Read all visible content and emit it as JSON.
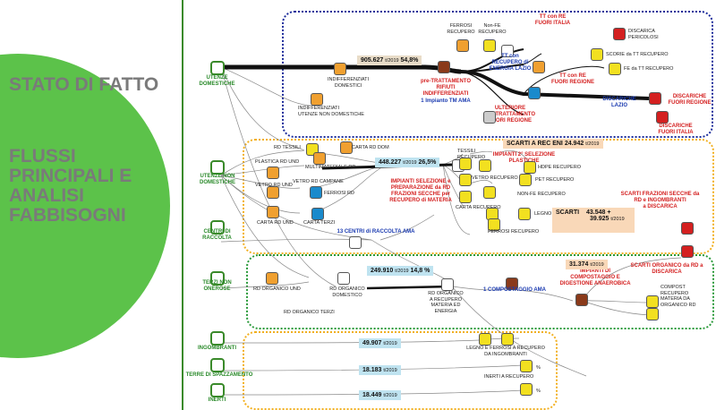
{
  "left": {
    "title1": "STATO DI FATTO",
    "title2": "FLUSSI PRINCIPALI E ANALISI FABBISOGNI"
  },
  "sources": [
    {
      "label": "UTENZE\nDOMESTICHE"
    },
    {
      "label": "UTENZE NON\nDOMESTICHE"
    },
    {
      "label": "CENTRI DI\nRACCOLTA"
    },
    {
      "label": "TERZI NON\nONEROSE"
    },
    {
      "label": "INGOMBRANTI"
    },
    {
      "label": "TERRE DI SPAZZAMENTO"
    },
    {
      "label": "INERTI"
    }
  ],
  "blue": {
    "indiff_dom": "INDIFFERENZIATI\nDOMESTICI",
    "indiff_nondom": "INDIFFERENZIATI\nUTENZE NON DOMESTICHE",
    "flow_value": "905.627",
    "flow_unit": "t/2019",
    "flow_pct": "54,8%",
    "pretrattamento": "pre-TRATTAMENTO\nRIFIUTI INDIFFERENZIATI",
    "impianto": "1 Impianto TM AMA",
    "ferrosi": "FERROSI\nRECUPERO",
    "nonfe": "Non-FE\nRECUPERO",
    "tt_italia": "TT con RE\nFUORI ITALIA",
    "tt_lazio": "TT con\nRECUPERO di\nENERGIA LAZIO",
    "tt_regione": "TT con RE\nFUORI REGIONE",
    "discarica_pericolosi": "DISCARICA\nPERICOLOSI",
    "scorie": "SCORIE da TT RECUPERO",
    "fe_tt": "FE da TT RECUPERO",
    "ulteriore": "ULTERIORE\npre-TRATTAMENTO\nFUORI REGIONE",
    "discariche_lazio": "DISCARICHE\nLAZIO",
    "discariche_fuori_regione": "DISCARICHE\nFUORI REGIONE",
    "discariche_fuori_italia": "DISCARICHE\nFUORI ITALIA"
  },
  "orange": {
    "rd_tessili": "RD TESSILI",
    "carta_rd_dom": "CARTA RD DOM",
    "plastica_rd_und": "PLASTICA RD UND",
    "multimateriale": "MULTIMATERIALE RD",
    "vetro_rd_und": "VETRO RD UND",
    "vetro_rd_campane": "VETRO RD CAMPANE",
    "ferrosi_rd": "FERROSI RD",
    "carta_rd_und": "CARTA RD UND",
    "carta_terzi": "CARTA TERZI",
    "centri": "13 CENTRI di RACCOLTA AMA",
    "flow_value": "448.227",
    "flow_unit": "t/2019",
    "flow_pct": "26,5%",
    "impianti_selezione": "IMPIANTI SELEZIONE e\nPREPARAZIONE da RD\nFRAZIONI SECCHE per\nRECUPERO di MATERIA",
    "tessili_recupero": "TESSILI\nRECUPERO",
    "impianti_2": "IMPIANTI 2° SELEZIONE\nPLASTICHE",
    "hdpe": "HDPE RECUPERO",
    "vetro_recupero": "VETRO RECUPERO",
    "pet": "PET RECUPERO",
    "nonfe_recupero": "NON-FE RECUPERO",
    "carta_recupero": "CARTA RECUPERO",
    "legno": "LEGNO RECUPERO",
    "ferrosi_recupero": "FERROSI RECUPERO",
    "scarti_rec_eni_label": "SCARTI A REC ENI",
    "scarti_rec_eni_value": "24.942",
    "scarti_rec_eni_unit": "t/2019",
    "scarti_frazioni": "SCARTI FRAZIONI SECCHE da\nRD e INGOMBRANTI\na DISCARICA",
    "scarti_label": "SCARTI",
    "scarti_value1": "43.548 +",
    "scarti_value2": "39.925",
    "scarti_unit": "t/2019"
  },
  "green": {
    "rd_organico_und": "RD ORGANICO UND",
    "rd_organico_dom": "RD ORGANICO\nDOMESTICO",
    "rd_organico_terzi": "RD ORGANICO TERZI",
    "flow_value": "249.910",
    "flow_unit": "t/2019",
    "flow_pct": "14,8 %",
    "rd_organico_recupero": "RD ORGANICO\nA RECUPERO\nMATERIA ED\nENERGIA",
    "compostaggio": "1 COMPOSTAGGIO AMA",
    "impianti_compostaggio": "IMPIANTI DI\nCOMPOSTAGGIO E\nDIGESTIONE ANAEROBICA",
    "scarti_org_value": "31.374",
    "scarti_org_unit": "t/2019",
    "scarti_organico": "SCARTI ORGANICO da RD a\nDISCARICA",
    "compost": "COMPOST\nRECUPERO\nMATERIA DA\nORGANICO RD"
  },
  "bottom": {
    "ingombranti_value": "49.907",
    "ingombranti_unit": "t/2019",
    "legno_ferrosi": "LEGNO E FERROSI A    RECUPERO\nDA INGOMBRANTI",
    "terre_value": "18.183",
    "terre_unit": "t/2019",
    "inerti_recupero_1": "INERTI A   RECUPERO",
    "inerti_value": "18.449",
    "inerti_unit": "t/2019",
    "pct": "%",
    "pct2": "%"
  }
}
